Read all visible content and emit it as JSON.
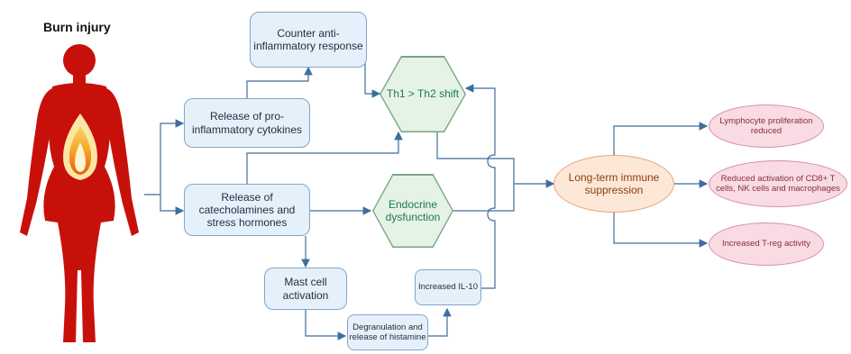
{
  "title": "Burn injury",
  "nodes": {
    "counter": "Counter anti-inflammatory response",
    "proinflam": "Release of pro-inflammatory cytokines",
    "catechol": "Release of catecholamines and stress hormones",
    "mast": "Mast cell activation",
    "degran": "Degranulation and release of histamine",
    "il10": "Increased IL-10",
    "th": "Th1 > Th2 shift",
    "endocrine": "Endocrine dysfunction",
    "longterm": "Long-term immune suppression",
    "lympho": "Lymphocyte proliferation reduced",
    "cd8": "Reduced activation of CD8+ T cells, NK cells and macrophages",
    "treg": "Increased T-reg activity"
  },
  "colors": {
    "body": "#c8100b",
    "flame_outer": "#f2c14e",
    "flame_inner": "#ffffff",
    "arrow": "#3c6e9e"
  },
  "icons": {
    "figure": "burned-human-figure-icon",
    "flame": "flame-icon"
  }
}
